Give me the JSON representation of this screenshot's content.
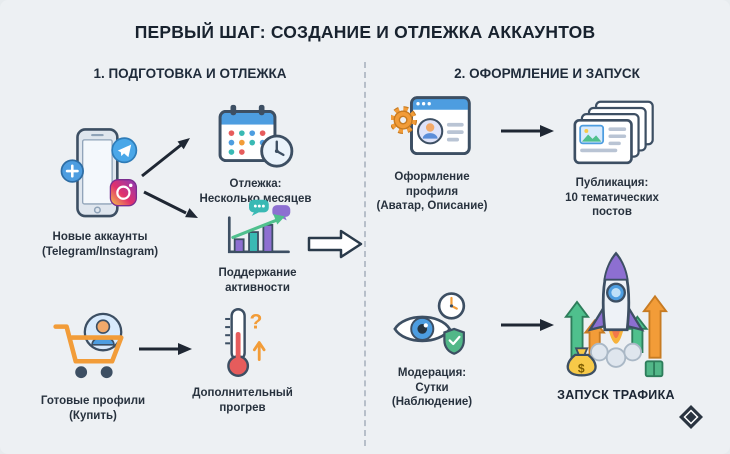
{
  "title": "ПЕРВЫЙ ШАГ: СОЗДАНИЕ И ОТЛЕЖКА АККАУНТОВ",
  "left_section": {
    "header": "1. ПОДГОТОВКА И ОТЛЕЖКА",
    "new_accounts_label": "Новые аккаунты\n(Telegram/Instagram)",
    "aging_label": "Отлежка:\nНесколько месяцев",
    "activity_label": "Поддержание\nактивности",
    "ready_profiles_label": "Готовые профили\n(Купить)",
    "warmup_label": "Дополнительный\nпрогрев"
  },
  "right_section": {
    "header": "2. ОФОРМЛЕНИЕ И ЗАПУСК",
    "profile_design_label": "Оформление профиля\n(Аватар, Описание)",
    "publication_label": "Публикация:\n10 тематических постов",
    "moderation_label": "Модерация:\nСутки\n(Наблюдение)",
    "launch_label": "ЗАПУСК ТРАФИКА"
  },
  "icons": {
    "new_accounts": "smartphone-telegram-instagram-icon",
    "aging": "calendar-clock-icon",
    "activity": "growth-chart-chat-icon",
    "ready_profiles": "shopping-cart-profile-icon",
    "warmup": "thermometer-question-icon",
    "profile_design": "browser-profile-gear-icon",
    "publication": "posts-stack-icon",
    "moderation": "eye-clock-shield-icon",
    "launch": "rocket-launch-icon",
    "brand": "diamond-logo"
  },
  "colors": {
    "background": "#edf0f3",
    "title_text": "#18222e",
    "label_text": "#28323e",
    "outline": "#3d4f63",
    "divider": "#b7bfc9",
    "accent_blue": "#4d9de0",
    "accent_orange": "#f29c38",
    "accent_green": "#4fc08d",
    "accent_teal": "#39b9b4",
    "accent_purple": "#8d6fd1",
    "accent_red": "#e65c5c",
    "accent_yellow": "#f7c948"
  }
}
